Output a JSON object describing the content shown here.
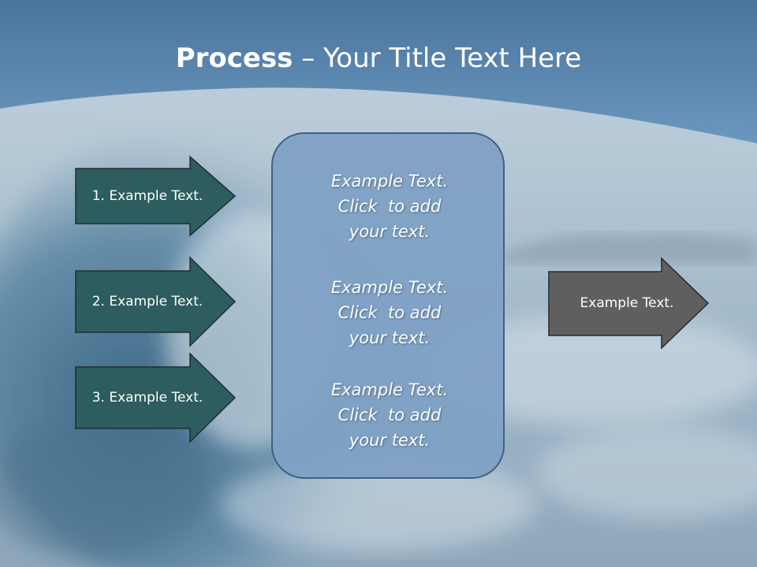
{
  "slide": {
    "title_bold": "Process",
    "title_rest": " – Your Title Text Here",
    "left_arrows": [
      {
        "label": "1. Example Text."
      },
      {
        "label": "2. Example Text."
      },
      {
        "label": "3. Example Text."
      }
    ],
    "center_blocks": [
      {
        "line1": "Example Text.",
        "line2": "Click  to add",
        "line3": "your text."
      },
      {
        "line1": "Example Text.",
        "line2": "Click  to add",
        "line3": "your text."
      },
      {
        "line1": "Example Text.",
        "line2": "Click  to add",
        "line3": "your text."
      }
    ],
    "right_arrow": {
      "label": "Example Text."
    },
    "colors": {
      "header_blue": "#4f7ba6",
      "left_arrow_fill": "#2d5d5e",
      "right_arrow_fill": "#5f5f5f",
      "center_box_fill": "#7ea0c4",
      "outline": "#1e2f30"
    }
  }
}
